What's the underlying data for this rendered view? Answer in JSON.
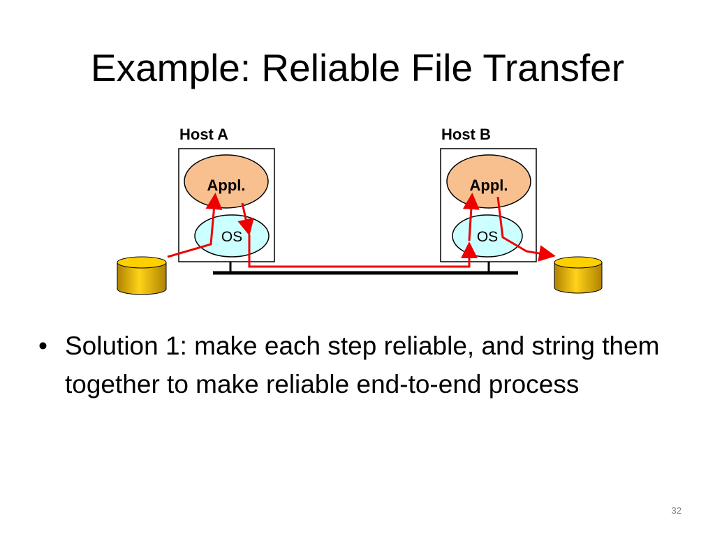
{
  "slide": {
    "title": "Example: Reliable File Transfer",
    "page_number": "32"
  },
  "diagram": {
    "host_a": {
      "label": "Host A",
      "app_label": "Appl.",
      "os_label": "OS"
    },
    "host_b": {
      "label": "Host B",
      "app_label": "Appl.",
      "os_label": "OS"
    },
    "colors": {
      "app_fill": "#f9c08f",
      "os_fill": "#ccffff",
      "disk_fill": "#e8b400",
      "disk_top": "#ffd000",
      "arrow": "#ee0000",
      "network": "#000000"
    }
  },
  "bullets": [
    {
      "text": "Solution 1: make each step reliable, and string them together to make reliable end-to-end process"
    }
  ]
}
